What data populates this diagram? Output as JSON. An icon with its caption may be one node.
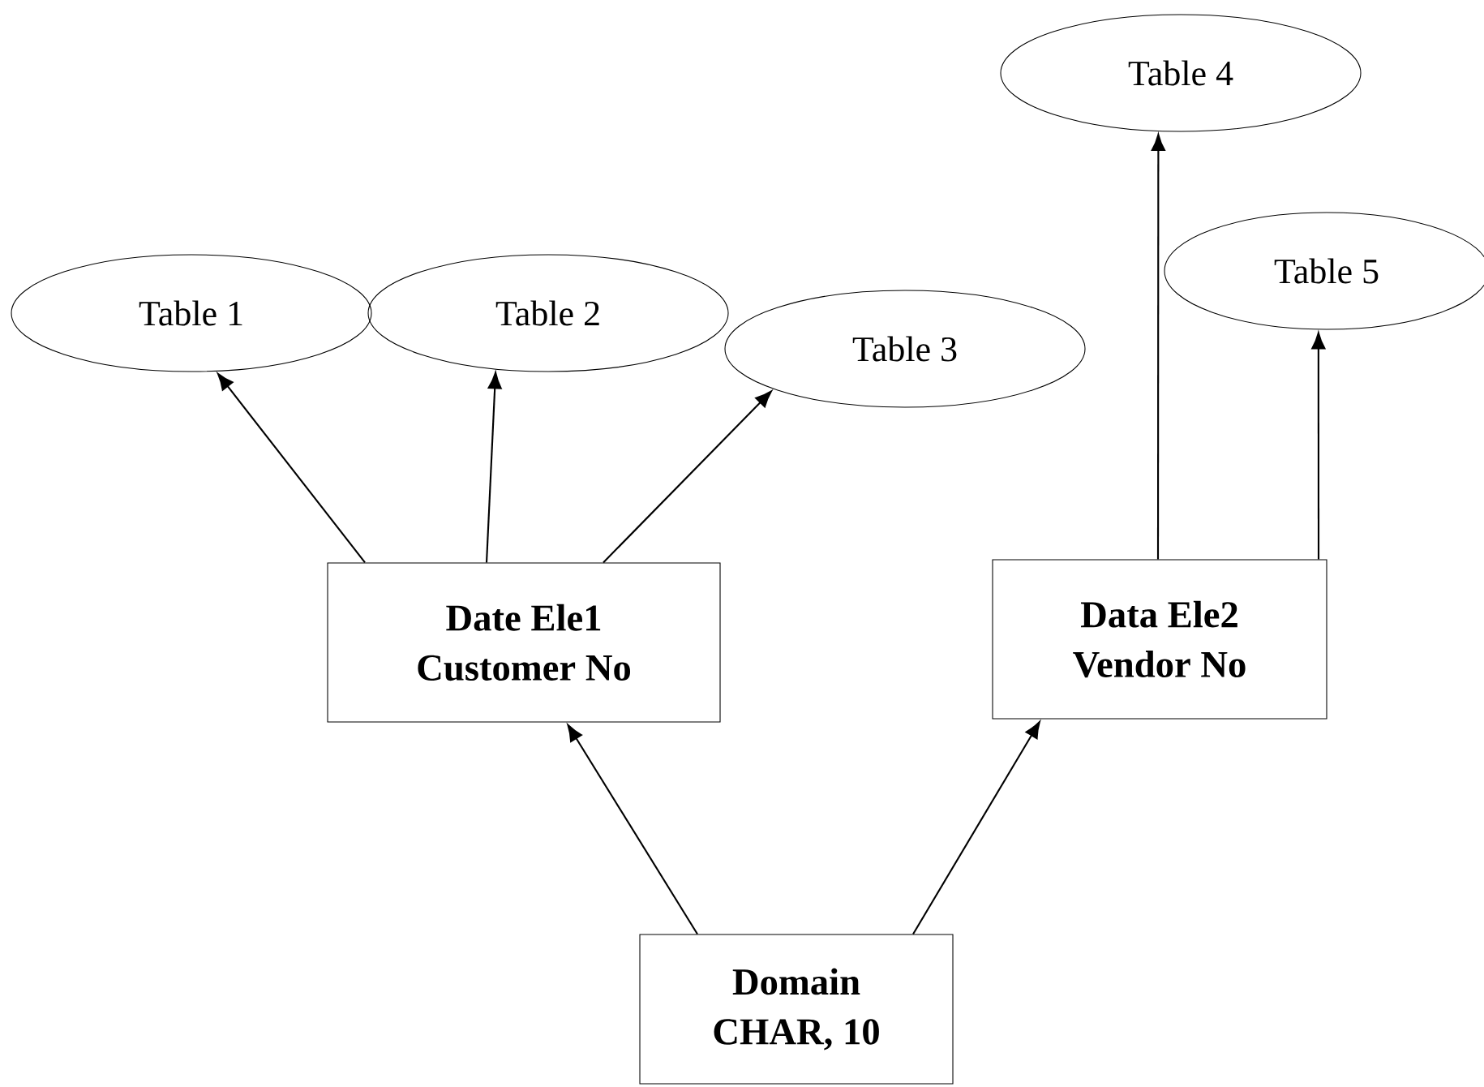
{
  "diagram": {
    "nodes": [
      {
        "text": [
          "Table 4"
        ]
      },
      {
        "text": [
          "Table 1"
        ]
      },
      {
        "text": [
          "Table 2"
        ]
      },
      {
        "text": [
          "Table 5"
        ]
      },
      {
        "text": [
          "Table 3"
        ]
      },
      {
        "text": [
          "Date Ele1",
          "Customer No"
        ]
      },
      {
        "text": [
          "Data Ele2",
          "Vendor No"
        ]
      },
      {
        "text": [
          "Domain",
          "CHAR, 10"
        ]
      }
    ],
    "edges": [
      {
        "from": 5,
        "to": 1,
        "arrow": "to"
      },
      {
        "from": 5,
        "to": 2,
        "arrow": "to"
      },
      {
        "from": 5,
        "to": 4,
        "arrow": "to"
      },
      {
        "from": 6,
        "to": 0,
        "arrow": "to"
      },
      {
        "from": 6,
        "to": 3,
        "arrow": "to"
      },
      {
        "from": 7,
        "to": 5,
        "arrow": "to"
      },
      {
        "from": 7,
        "to": 6,
        "arrow": "to"
      }
    ]
  }
}
